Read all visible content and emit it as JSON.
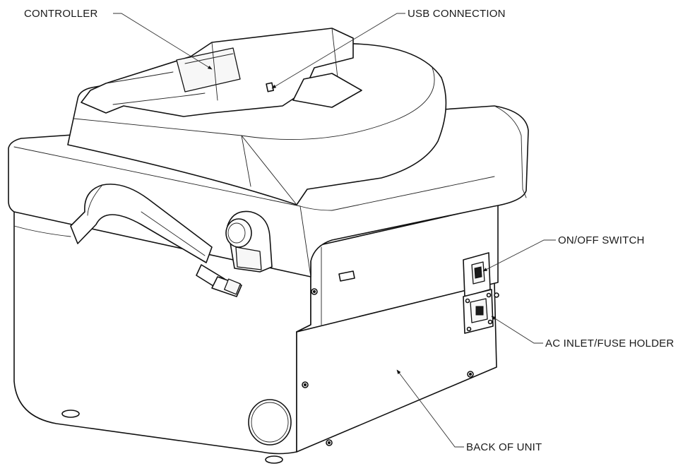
{
  "callouts": {
    "controller": "CONTROLLER",
    "usb_connection": "USB CONNECTION",
    "on_off_switch": "ON/OFF SWITCH",
    "ac_inlet_fuse_holder": "AC INLET/FUSE HOLDER",
    "back_of_unit": "BACK OF UNIT"
  },
  "colors": {
    "line": "#111111",
    "background": "#ffffff"
  }
}
